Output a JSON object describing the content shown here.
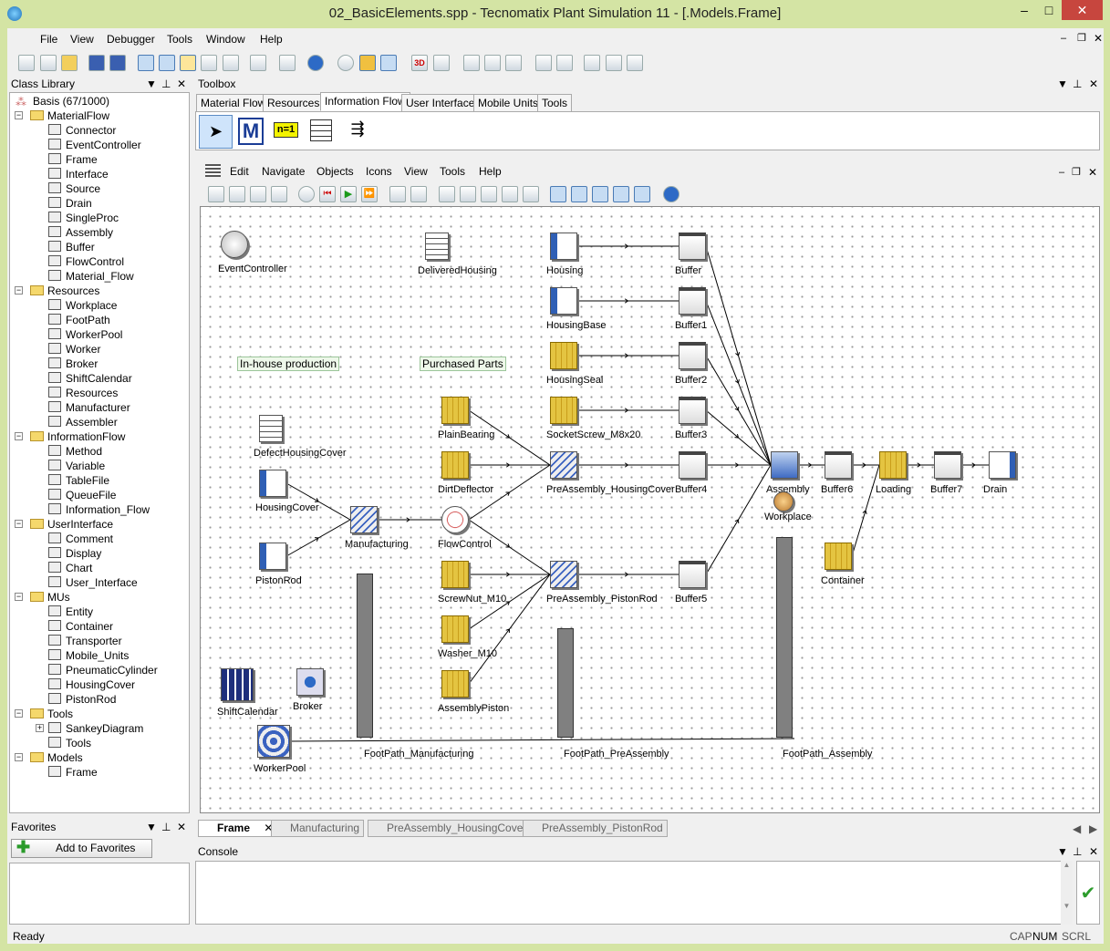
{
  "window": {
    "title": "02_BasicElements.spp - Tecnomatix Plant Simulation 11 - [.Models.Frame]",
    "min": "–",
    "max": "□",
    "close": "✕"
  },
  "menubar": [
    "File",
    "View",
    "Debugger",
    "Tools",
    "Window",
    "Help"
  ],
  "class_library": {
    "title": "Class Library",
    "items": [
      {
        "label": "Basis (67/1000)",
        "level": 0,
        "kind": "root"
      },
      {
        "label": "MaterialFlow",
        "level": 1,
        "kind": "folder"
      },
      {
        "label": "Connector",
        "level": 2
      },
      {
        "label": "EventController",
        "level": 2
      },
      {
        "label": "Frame",
        "level": 2
      },
      {
        "label": "Interface",
        "level": 2
      },
      {
        "label": "Source",
        "level": 2
      },
      {
        "label": "Drain",
        "level": 2
      },
      {
        "label": "SingleProc",
        "level": 2
      },
      {
        "label": "Assembly",
        "level": 2
      },
      {
        "label": "Buffer",
        "level": 2
      },
      {
        "label": "FlowControl",
        "level": 2
      },
      {
        "label": "Material_Flow",
        "level": 2
      },
      {
        "label": "Resources",
        "level": 1,
        "kind": "folder"
      },
      {
        "label": "Workplace",
        "level": 2
      },
      {
        "label": "FootPath",
        "level": 2
      },
      {
        "label": "WorkerPool",
        "level": 2
      },
      {
        "label": "Worker",
        "level": 2
      },
      {
        "label": "Broker",
        "level": 2
      },
      {
        "label": "ShiftCalendar",
        "level": 2
      },
      {
        "label": "Resources",
        "level": 2
      },
      {
        "label": "Manufacturer",
        "level": 2
      },
      {
        "label": "Assembler",
        "level": 2
      },
      {
        "label": "InformationFlow",
        "level": 1,
        "kind": "folder"
      },
      {
        "label": "Method",
        "level": 2
      },
      {
        "label": "Variable",
        "level": 2
      },
      {
        "label": "TableFile",
        "level": 2
      },
      {
        "label": "QueueFile",
        "level": 2
      },
      {
        "label": "Information_Flow",
        "level": 2
      },
      {
        "label": "UserInterface",
        "level": 1,
        "kind": "folder"
      },
      {
        "label": "Comment",
        "level": 2
      },
      {
        "label": "Display",
        "level": 2
      },
      {
        "label": "Chart",
        "level": 2
      },
      {
        "label": "User_Interface",
        "level": 2
      },
      {
        "label": "MUs",
        "level": 1,
        "kind": "folder"
      },
      {
        "label": "Entity",
        "level": 2
      },
      {
        "label": "Container",
        "level": 2
      },
      {
        "label": "Transporter",
        "level": 2
      },
      {
        "label": "Mobile_Units",
        "level": 2
      },
      {
        "label": "PneumaticCylinder",
        "level": 2
      },
      {
        "label": "HousingCover",
        "level": 2
      },
      {
        "label": "PistonRod",
        "level": 2
      },
      {
        "label": "Tools",
        "level": 1,
        "kind": "folder"
      },
      {
        "label": "SankeyDiagram",
        "level": 2,
        "expand": true
      },
      {
        "label": "Tools",
        "level": 2
      },
      {
        "label": "Models",
        "level": 1,
        "kind": "folder"
      },
      {
        "label": "Frame",
        "level": 2
      }
    ]
  },
  "favorites": {
    "title": "Favorites",
    "add_label": "Add to Favorites"
  },
  "toolbox": {
    "title": "Toolbox",
    "tabs": [
      "Material Flow",
      "Resources",
      "Information Flow",
      "User Interface",
      "Mobile Units",
      "Tools"
    ],
    "selected_tab": "Information Flow",
    "variable_icon": "n=1",
    "method_icon": "M"
  },
  "frame_window": {
    "menu": [
      "Edit",
      "Navigate",
      "Objects",
      "Icons",
      "View",
      "Tools",
      "Help"
    ]
  },
  "model": {
    "objects": [
      {
        "name": "EventController",
        "type": "clock"
      },
      {
        "name": "DeliveredHousing",
        "type": "table"
      },
      {
        "name": "Housing",
        "type": "source"
      },
      {
        "name": "HousingBase",
        "type": "source"
      },
      {
        "name": "HousingSeal",
        "type": "parts"
      },
      {
        "name": "SocketScrew_M8x20",
        "type": "parts"
      },
      {
        "name": "Buffer",
        "type": "buffer"
      },
      {
        "name": "Buffer1",
        "type": "buffer"
      },
      {
        "name": "Buffer2",
        "type": "buffer"
      },
      {
        "name": "Buffer3",
        "type": "buffer"
      },
      {
        "name": "Buffer4",
        "type": "buffer"
      },
      {
        "name": "Buffer5",
        "type": "buffer"
      },
      {
        "name": "Assembly",
        "type": "assembly"
      },
      {
        "name": "Workplace",
        "type": "worker"
      },
      {
        "name": "Buffer6",
        "type": "buffer"
      },
      {
        "name": "Loading",
        "type": "parts"
      },
      {
        "name": "Buffer7",
        "type": "buffer"
      },
      {
        "name": "Drain",
        "type": "drain"
      },
      {
        "name": "Container",
        "type": "parts"
      },
      {
        "name": "DefectHousingCover",
        "type": "table"
      },
      {
        "name": "HousingCover",
        "type": "source"
      },
      {
        "name": "PistonRod",
        "type": "source"
      },
      {
        "name": "Manufacturing",
        "type": "frame"
      },
      {
        "name": "FlowControl",
        "type": "flowcontrol"
      },
      {
        "name": "PlainBearing",
        "type": "parts"
      },
      {
        "name": "DirtDeflector",
        "type": "parts"
      },
      {
        "name": "PreAssembly_HousingCover",
        "type": "frame"
      },
      {
        "name": "ScrewNut_M10",
        "type": "parts"
      },
      {
        "name": "Washer_M10",
        "type": "parts"
      },
      {
        "name": "AssemblyPiston",
        "type": "parts"
      },
      {
        "name": "PreAssembly_PistonRod",
        "type": "frame"
      },
      {
        "name": "ShiftCalendar",
        "type": "calendar"
      },
      {
        "name": "Broker",
        "type": "broker"
      },
      {
        "name": "WorkerPool",
        "type": "workerpool"
      }
    ],
    "comments": [
      "In-house production",
      "Purchased Parts"
    ],
    "footpaths": [
      "FootPath_Manufacturing",
      "FootPath_PreAssembly",
      "FootPath_Assembly"
    ]
  },
  "doc_tabs": [
    "Frame",
    "Manufacturing",
    "PreAssembly_HousingCover",
    "PreAssembly_PistonRod"
  ],
  "console": {
    "title": "Console"
  },
  "status": {
    "text": "Ready",
    "indicators": [
      "CAP",
      "NUM",
      "SCRL"
    ]
  }
}
